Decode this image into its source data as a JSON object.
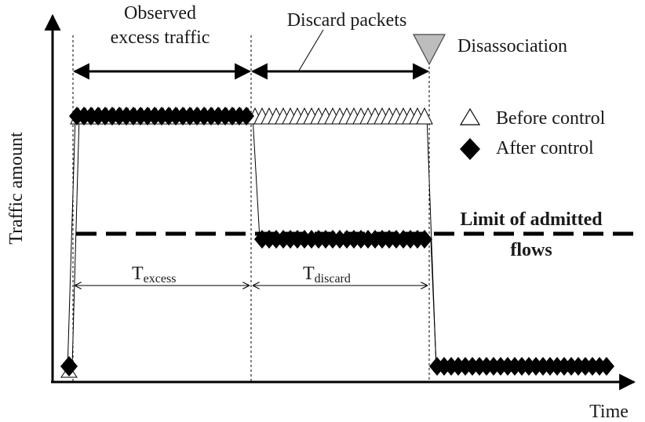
{
  "labels": {
    "observed_line1": "Observed",
    "observed_line2": "excess traffic",
    "discard": "Discard packets",
    "disassociation": "Disassociation",
    "before_control": "Before control",
    "after_control": "After control",
    "limit_line1": "Limit of admitted",
    "limit_line2": "flows",
    "t_excess_main": "T",
    "t_excess_sub": "excess",
    "t_discard_main": "T",
    "t_discard_sub": "discard",
    "y_axis": "Traffic amount",
    "x_axis": "Time"
  },
  "colors": {
    "ink": "#000000",
    "triangle_fill": "#ffffff",
    "disassociation_fill": "#bdbdbd"
  }
}
